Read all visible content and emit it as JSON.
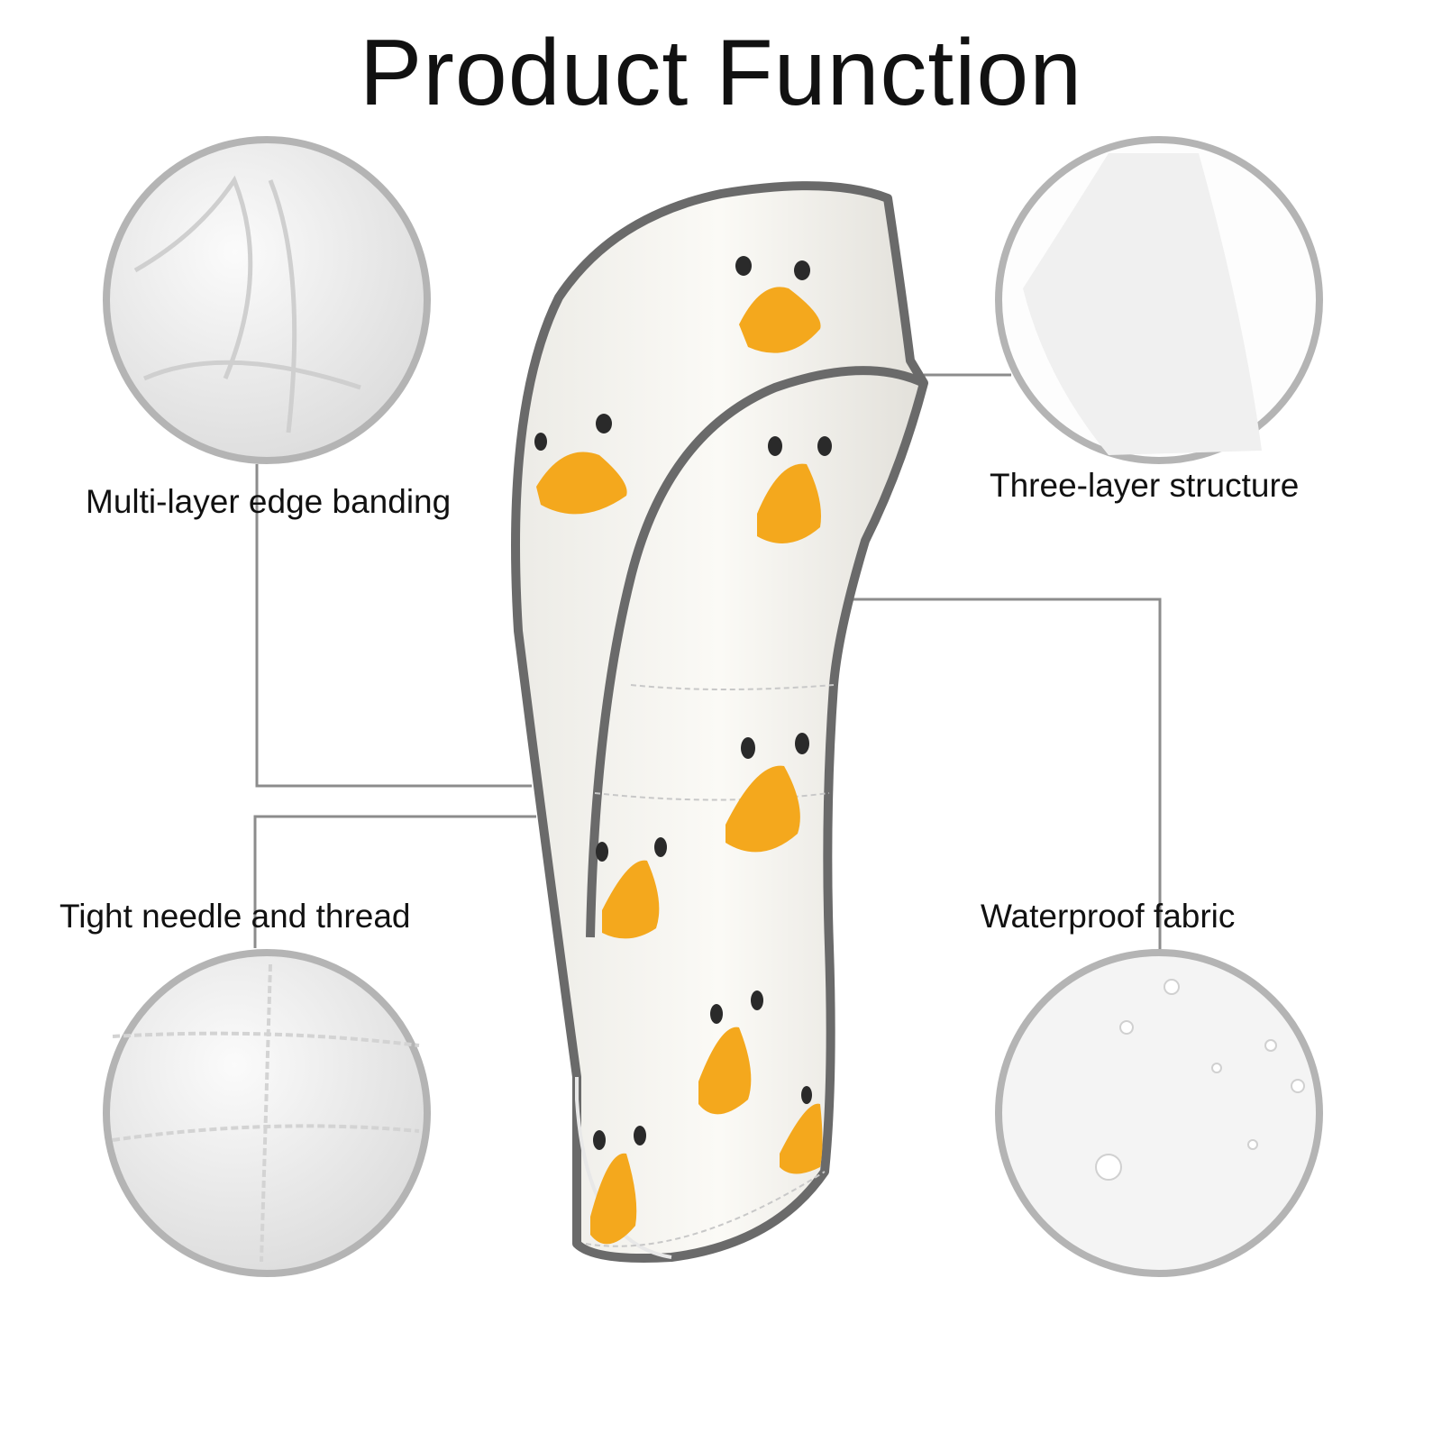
{
  "title": "Product Function",
  "features": [
    {
      "label": "Multi-layer edge banding"
    },
    {
      "label": "Three-layer structure"
    },
    {
      "label": "Tight needle and thread"
    },
    {
      "label": "Waterproof fabric"
    }
  ],
  "colors": {
    "ring": "#b4b4b4",
    "line": "#8c8c8c",
    "trim": "#6a6a6a",
    "beak": "#f4a81d"
  }
}
